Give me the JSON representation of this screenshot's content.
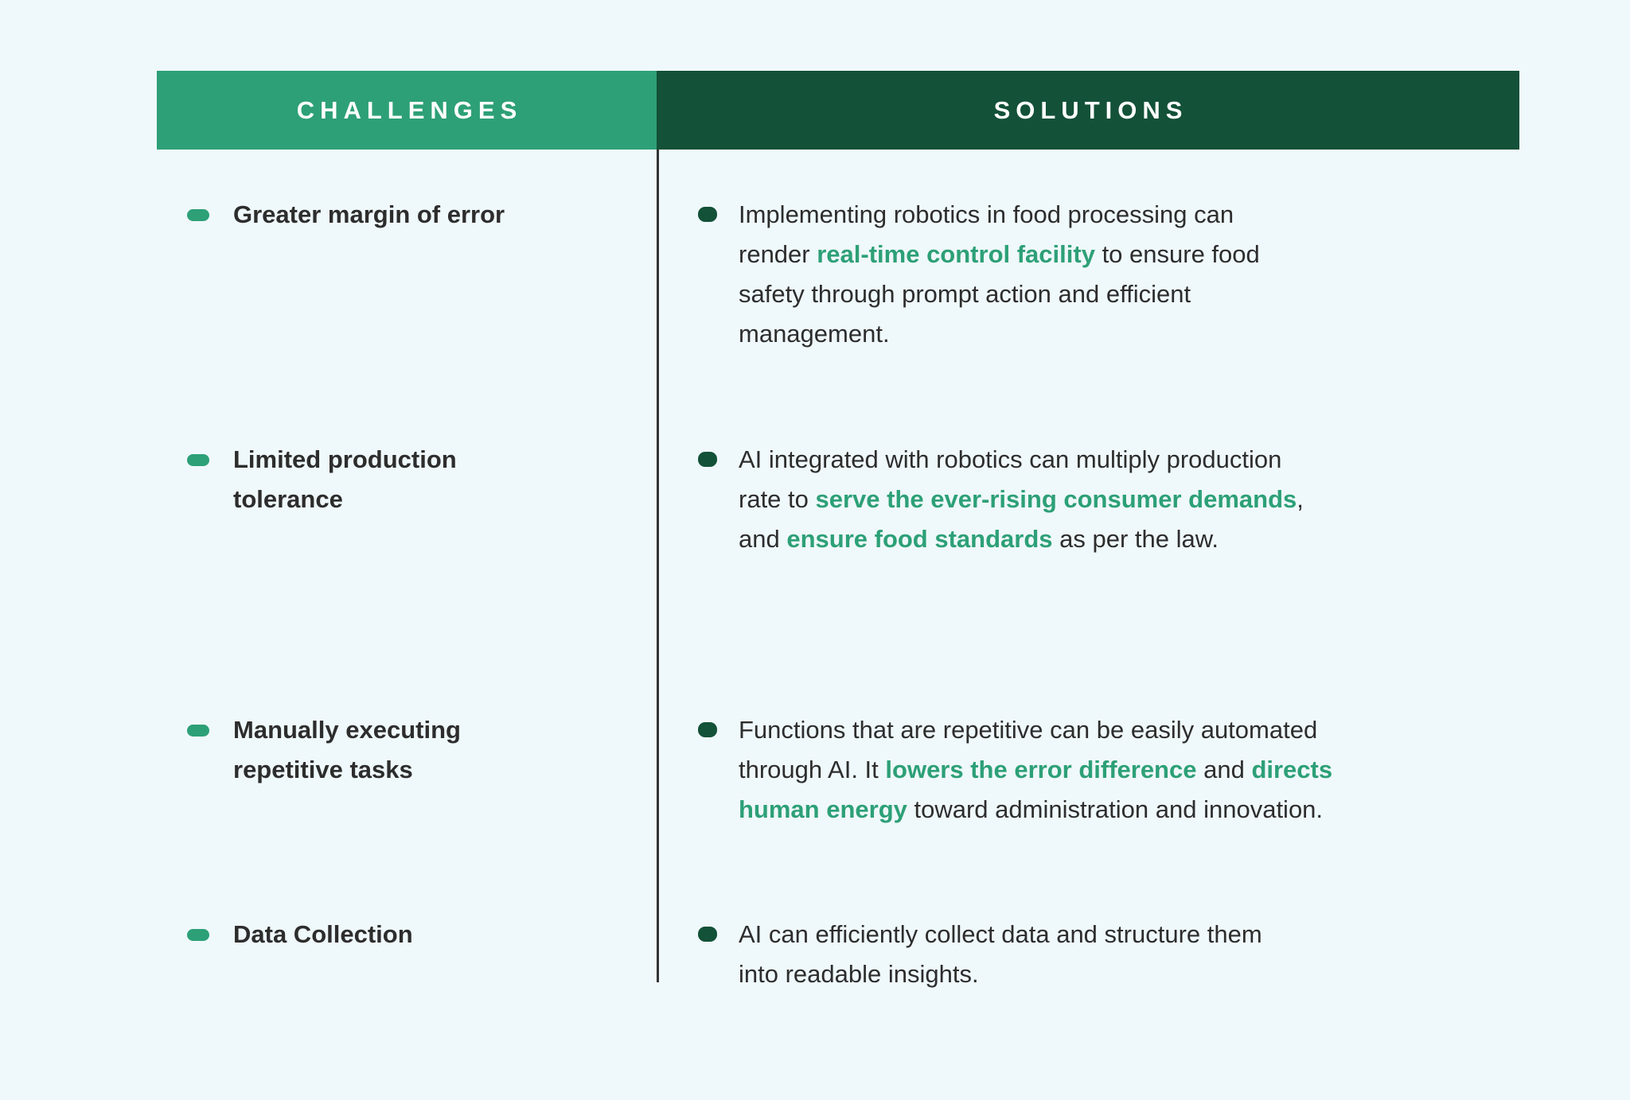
{
  "page": {
    "background_color": "#eff8fa",
    "accent_green": "#2da077",
    "dark_green": "#135138",
    "text_color": "#2d2d2d"
  },
  "table": {
    "header": {
      "challenges_label": "CHALLENGES",
      "solutions_label": "SOLUTIONS",
      "challenges_bg": "#2da077",
      "solutions_bg": "#135138"
    },
    "rows": [
      {
        "challenge_lines": [
          "Greater margin of error"
        ],
        "solution_lines": [
          [
            {
              "t": "Implementing robotics in food processing can"
            }
          ],
          [
            {
              "t": "render "
            },
            {
              "t": "real-time control facility",
              "em": true
            },
            {
              "t": " to ensure food"
            }
          ],
          [
            {
              "t": "safety through prompt action and efficient"
            }
          ],
          [
            {
              "t": "management."
            }
          ]
        ]
      },
      {
        "challenge_lines": [
          "Limited production",
          "tolerance"
        ],
        "solution_lines": [
          [
            {
              "t": "AI integrated with robotics can multiply production"
            }
          ],
          [
            {
              "t": "rate to "
            },
            {
              "t": "serve the ever-rising consumer demands",
              "em": true
            },
            {
              "t": ","
            }
          ],
          [
            {
              "t": "and "
            },
            {
              "t": "ensure food standards",
              "em": true
            },
            {
              "t": " as per the law."
            }
          ]
        ]
      },
      {
        "challenge_lines": [
          "Manually executing",
          "repetitive tasks"
        ],
        "solution_lines": [
          [
            {
              "t": "Functions that are repetitive can be easily automated"
            }
          ],
          [
            {
              "t": "through AI. It "
            },
            {
              "t": "lowers the error difference",
              "em": true
            },
            {
              "t": " and "
            },
            {
              "t": "directs",
              "em": true
            }
          ],
          [
            {
              "t": "human energy",
              "em": true
            },
            {
              "t": " toward administration and innovation."
            }
          ]
        ]
      },
      {
        "challenge_lines": [
          "Data Collection"
        ],
        "solution_lines": [
          [
            {
              "t": "AI can efficiently collect data and structure them"
            }
          ],
          [
            {
              "t": "into readable insights."
            }
          ]
        ]
      }
    ]
  }
}
